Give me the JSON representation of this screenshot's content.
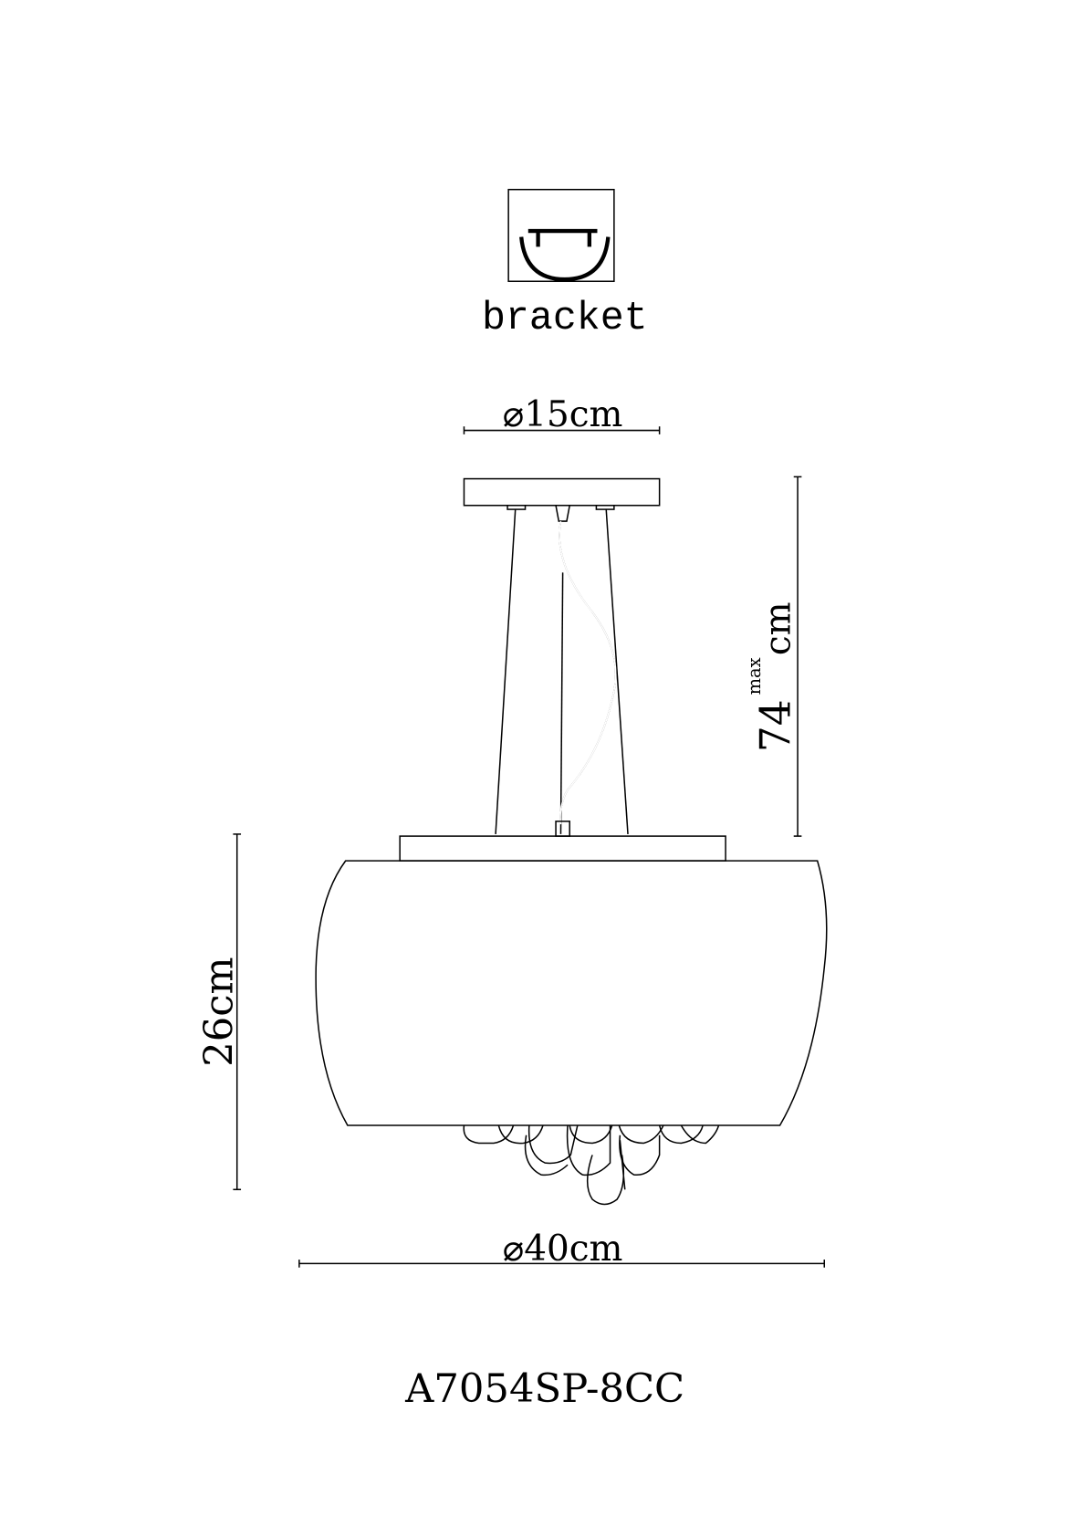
{
  "bracket": {
    "label": "bracket",
    "icon": "ceiling-bracket-icon"
  },
  "dimensions": {
    "canopy_diameter": "⌀15cm",
    "height_max_value": "74",
    "height_max_sup": "max",
    "height_max_unit": "cm",
    "shade_height": "26cm",
    "shade_diameter": "⌀40cm"
  },
  "model": "A7054SP-8CC"
}
